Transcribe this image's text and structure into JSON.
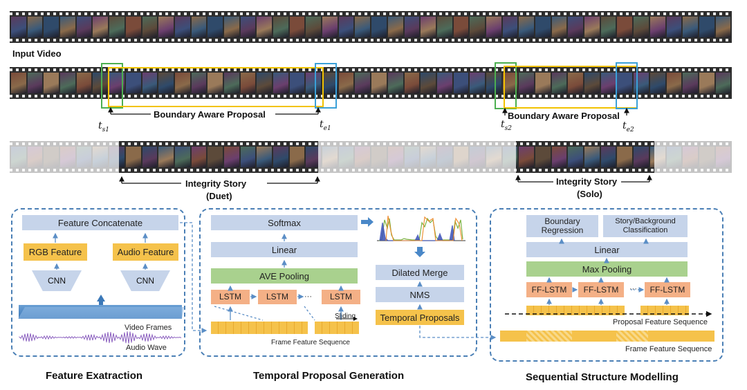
{
  "labels": {
    "input_video": "Input Video",
    "boundary_proposal_1": "Boundary Aware Proposal",
    "boundary_proposal_2": "Boundary Aware Proposal",
    "ts1": "t",
    "ts1_sub": "s1",
    "te1": "t",
    "te1_sub": "e1",
    "ts2": "t",
    "ts2_sub": "s2",
    "te2": "t",
    "te2_sub": "e2",
    "integrity_story_1": "Integrity Story",
    "duet": "(Duet)",
    "integrity_story_2": "Integrity Story",
    "solo": "(Solo)"
  },
  "feature_extraction": {
    "title": "Feature Exatraction",
    "concat": "Feature Concatenate",
    "rgb": "RGB Feature",
    "audio": "Audio Feature",
    "cnn1": "CNN",
    "cnn2": "CNN",
    "video_frames": "Video Frames",
    "audio_wave": "Audio Wave"
  },
  "temporal_proposal": {
    "title": "Temporal Proposal Generation",
    "softmax": "Softmax",
    "linear": "Linear",
    "ave_pooling": "AVE Pooling",
    "lstm1": "LSTM",
    "lstm2": "LSTM",
    "lstm3": "LSTM",
    "dots": "···",
    "sliding": "Sliding",
    "frame_seq": "Frame Feature Sequence",
    "dilated_merge": "Dilated Merge",
    "nms": "NMS",
    "temporal_proposals": "Temporal Proposals"
  },
  "sequential": {
    "title": "Sequential Structure Modelling",
    "boundary_regression": "Boundary Regression",
    "story_classification": "Story/Background Classification",
    "linear": "Linear",
    "max_pooling": "Max Pooling",
    "fflstm1": "FF-LSTM",
    "fflstm2": "FF-LSTM",
    "fflstm3": "FF-LSTM",
    "dots": "···",
    "proposal_seq": "Proposal Feature Sequence",
    "frame_seq": "Frame Feature Sequence"
  },
  "colors": {
    "panel_border": "#4a7fb5",
    "box_blue": "#c6d4ea",
    "box_orange": "#f5c24b",
    "box_salmon": "#f4b086",
    "box_green": "#a9d18e",
    "proposal_green": "#4caf50",
    "proposal_blue": "#3aa0d8",
    "proposal_yellow": "#f2c200"
  }
}
